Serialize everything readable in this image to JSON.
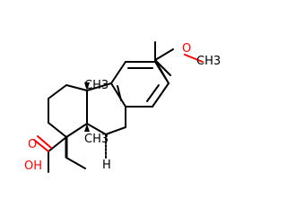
{
  "molecule": {
    "atoms": {
      "ome_o": "O",
      "ome_ch3": "CH3",
      "cooh_oh": "OH",
      "cooh_o": "O",
      "h_label": "H",
      "me1": "CH3",
      "me2": "CH3"
    },
    "colors": {
      "bond": "#000000",
      "oxygen": "#ff0000"
    }
  }
}
